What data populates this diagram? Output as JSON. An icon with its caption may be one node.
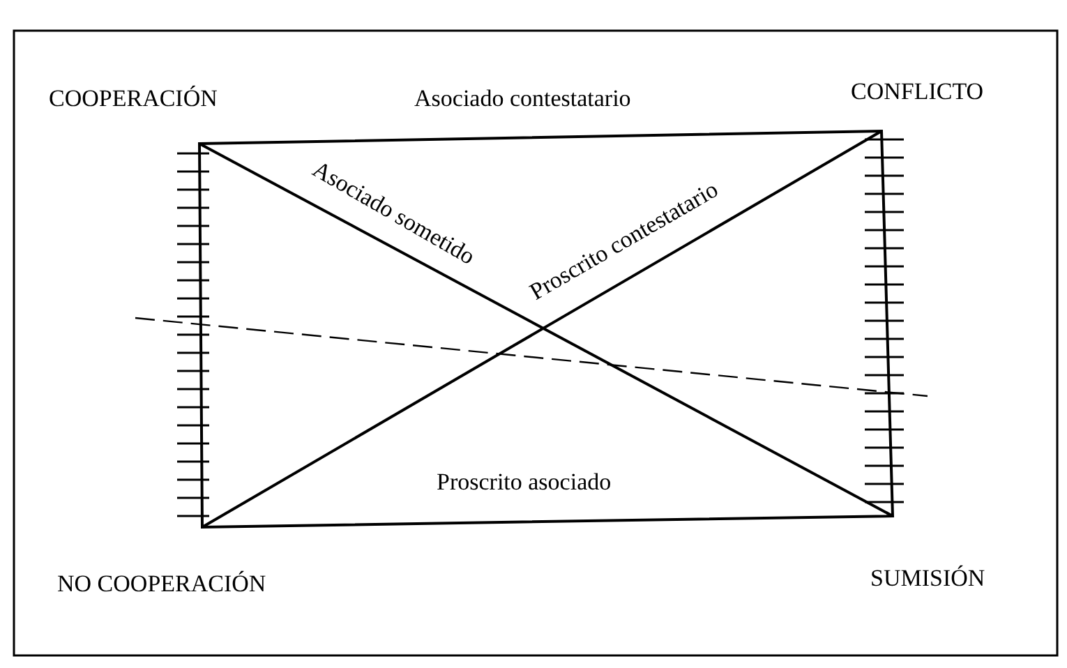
{
  "diagram": {
    "labels": [
      "COOPERACIÓN",
      "Asociado contestatario",
      "CONFLICTO",
      "Asociado sometido",
      "Proscrito contestatario",
      "Proscrito asociado",
      "NO COOPERACIÓN",
      "SUMISIÓN"
    ]
  }
}
